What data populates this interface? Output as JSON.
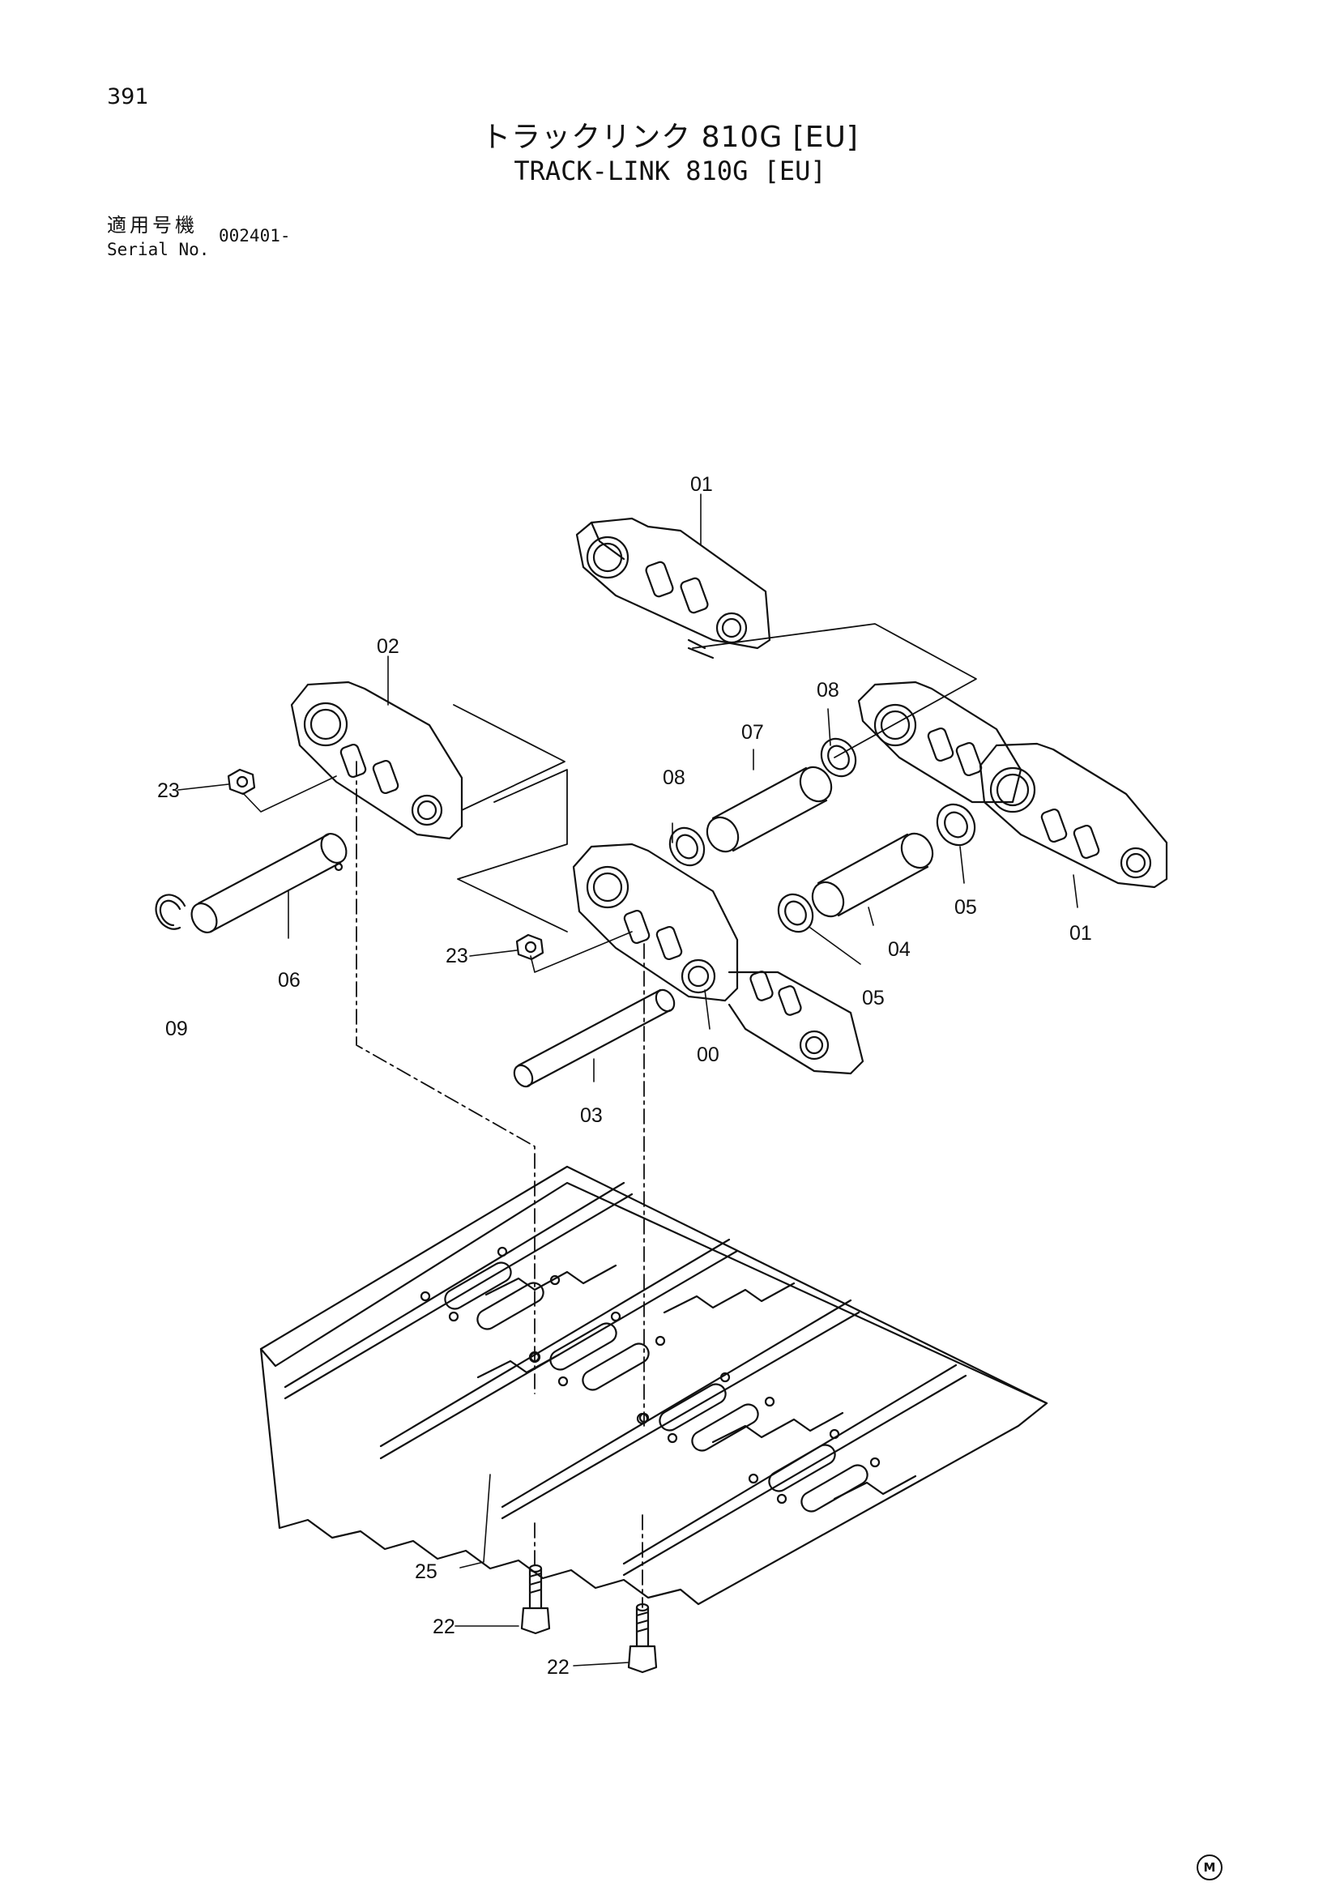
{
  "header": {
    "page_number": "391",
    "title_jp": "トラックリンク 810G [EU]",
    "title_en": "TRACK-LINK 810G [EU]",
    "serial_label_jp": "適用号機",
    "serial_label_en": "Serial No.",
    "serial_value": "002401-"
  },
  "callouts": {
    "c01_top": "01",
    "c01_right": "01",
    "c02": "02",
    "c23_left": "23",
    "c23_mid": "23",
    "c06": "06",
    "c09": "09",
    "c08_a": "08",
    "c08_b": "08",
    "c07": "07",
    "c05_a": "05",
    "c05_b": "05",
    "c04": "04",
    "c00": "00",
    "c03": "03",
    "c25": "25",
    "c22_a": "22",
    "c22_b": "22"
  },
  "footer": {
    "mark": "M"
  }
}
